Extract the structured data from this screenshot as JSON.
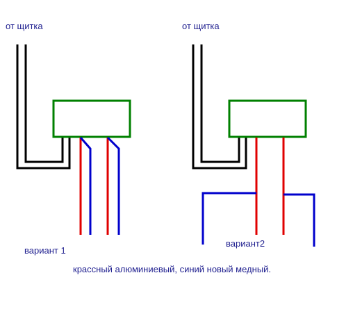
{
  "labels": {
    "left_source": "от щитка",
    "right_source": "от щитка",
    "left_variant": "вариант 1",
    "right_variant": "вариант2",
    "legend": "крассный алюминиевый, синий новый медный."
  },
  "colors": {
    "box_outline": "#008000",
    "black_wire": "#000000",
    "red_wire": "#e00000",
    "blue_wire": "#0000cc",
    "text": "#1f1f8f"
  }
}
